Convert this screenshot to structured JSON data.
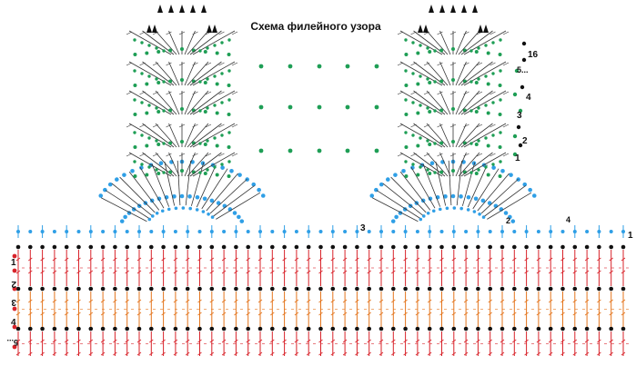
{
  "title": "Схема филейного узора",
  "rows_right": [
    "16",
    "5...",
    "4",
    "3",
    "2",
    "1"
  ],
  "rows_left": [
    "1",
    "2",
    "3",
    "4",
    "5..."
  ],
  "edge_labels": [
    "1",
    "2",
    "3",
    "4"
  ],
  "colors": {
    "green": "#1e9e55",
    "blue": "#2f9fe6",
    "black": "#111111",
    "red": "#d8232a",
    "orange": "#e4751d",
    "stitch_gray": "#333333"
  }
}
